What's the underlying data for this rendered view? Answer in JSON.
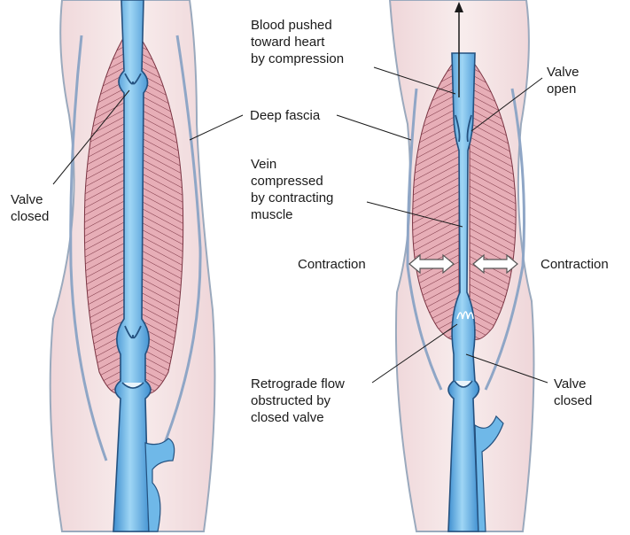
{
  "colors": {
    "skin": "#f5e4e4",
    "skin_edge": "#9aa9bd",
    "muscle": "#e7aeb7",
    "muscle_stripe": "#7a3342",
    "fascia": "#8fa6c6",
    "vein": "#6fb8e8",
    "vein_edge": "#24517f",
    "valve": "#e9f4fb",
    "leader": "#1a1a1a"
  },
  "labels": {
    "valve_closed_left": "Valve\nclosed",
    "blood_pushed": "Blood pushed\ntoward heart\nby compression",
    "deep_fascia": "Deep fascia",
    "valve_open": "Valve\nopen",
    "vein_compressed": "Vein\ncompressed\nby contracting\nmuscle",
    "contraction_left": "Contraction",
    "contraction_right": "Contraction",
    "retrograde_flow": "Retrograde flow\nobstructed by\nclosed valve",
    "valve_closed_right": "Valve\nclosed"
  },
  "icons": {
    "flow_arrow": "up-arrow-icon",
    "contraction_arrows": "double-arrow-icon"
  }
}
